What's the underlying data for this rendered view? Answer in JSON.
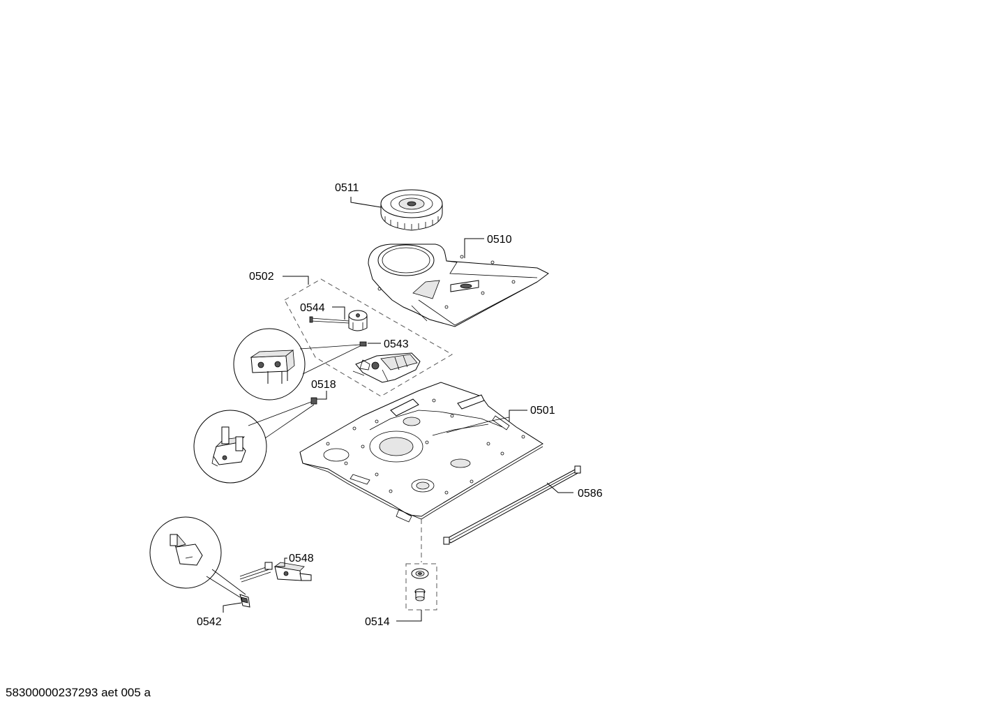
{
  "labels": {
    "l0511": "0511",
    "l0510": "0510",
    "l0502": "0502",
    "l0544": "0544",
    "l0543": "0543",
    "l0518": "0518",
    "l0501": "0501",
    "l0586": "0586",
    "l0548": "0548",
    "l0542": "0542",
    "l0514": "0514"
  },
  "footer": "58300000237293 aet 005 a"
}
